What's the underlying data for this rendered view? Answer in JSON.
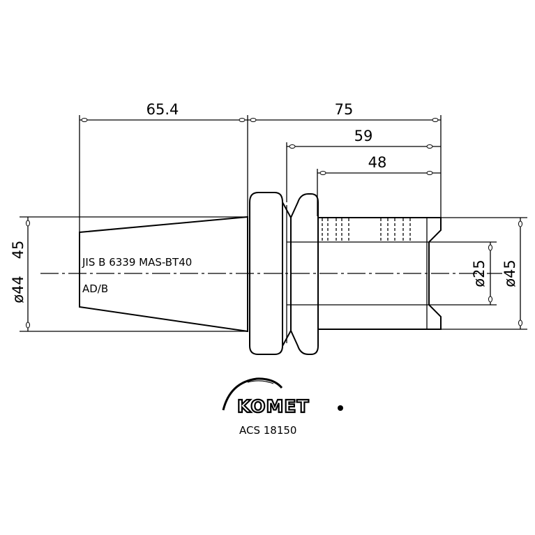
{
  "dimensions": {
    "taper_length": "65.4",
    "overall_length": "75",
    "length_59": "59",
    "length_48": "48",
    "left_diameter_1": "ø44",
    "left_diameter_2": "45",
    "bore_diameter": "ø25",
    "shank_diameter": "ø45"
  },
  "notes": {
    "standard": "JIS B 6339 MAS-BT40",
    "version": "AD/B"
  },
  "brand": {
    "logo_text": "KOMET",
    "part_number": "ACS 18150"
  },
  "colors": {
    "ink": "#000000",
    "paper": "#ffffff"
  }
}
